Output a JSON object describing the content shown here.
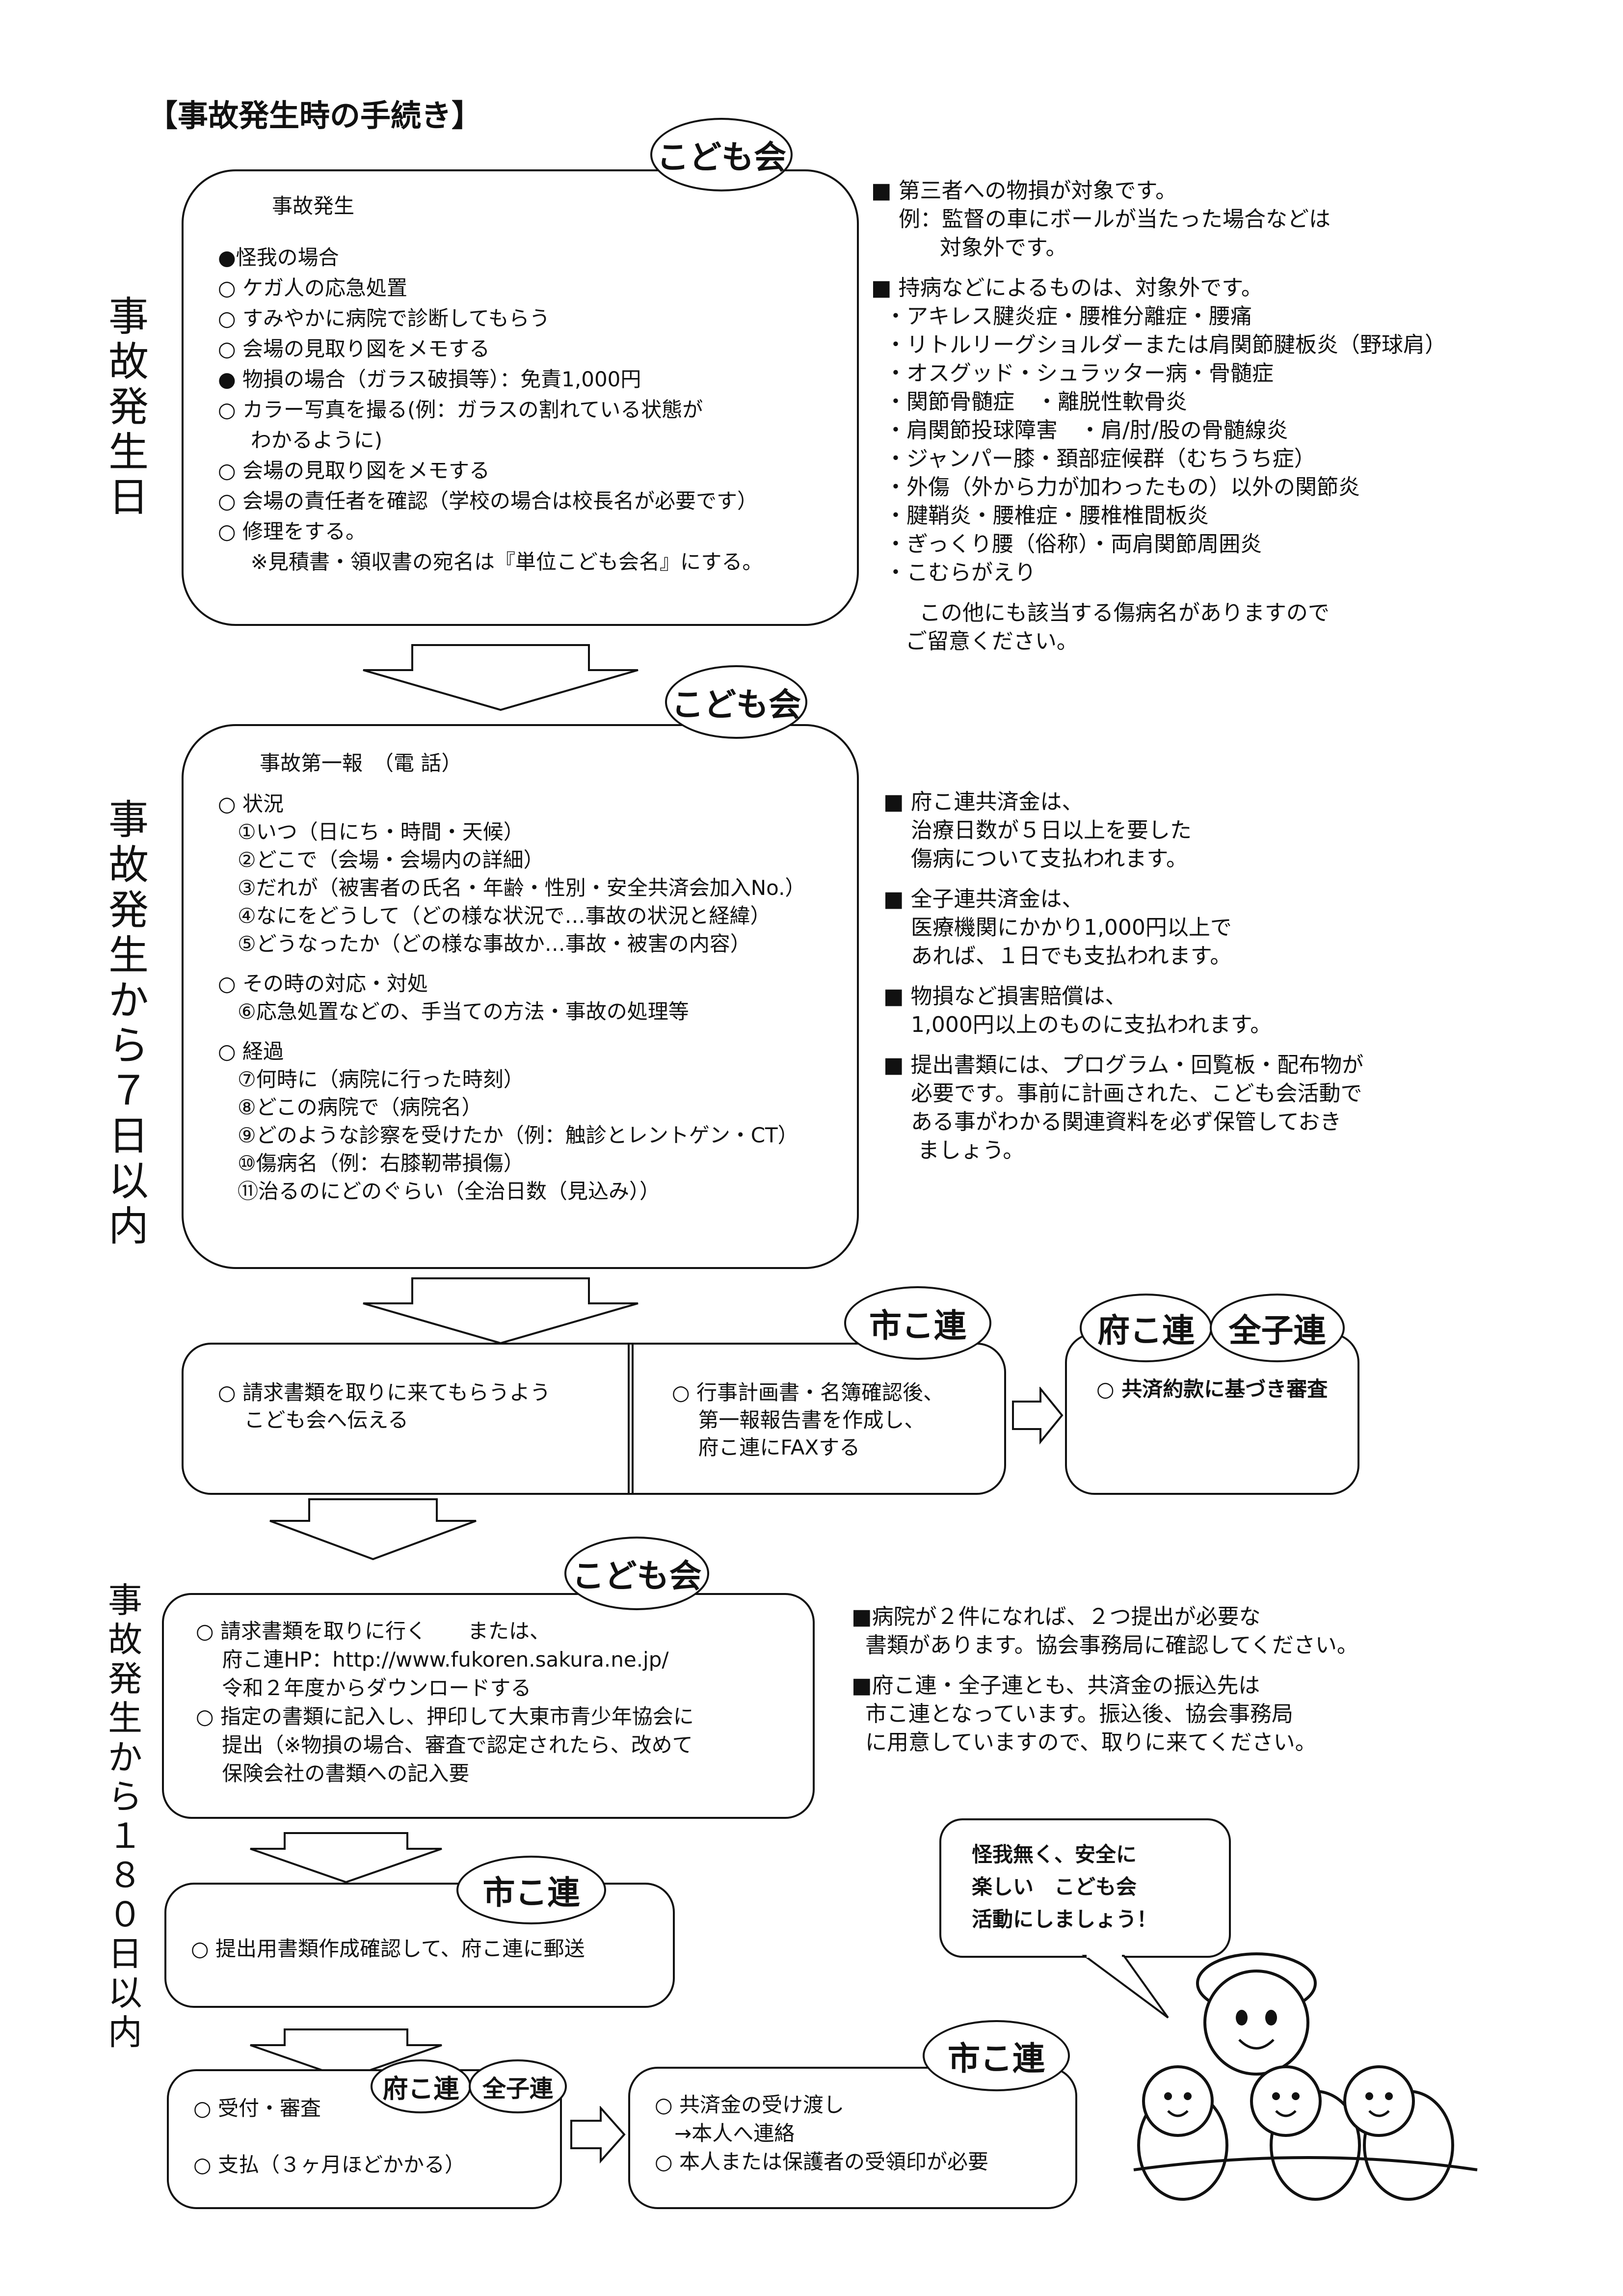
{
  "title": "【事故発生時の手続き】",
  "side_labels": {
    "day": "事故発生日",
    "within7": "事故発生から７日以内",
    "within180": "事故発生から１８０日以内"
  },
  "badges": {
    "kodomo": "こども会",
    "shikoren": "市こ連",
    "fukoren": "府こ連",
    "zenkoren": "全子連"
  },
  "box1": {
    "heading": "事故発生",
    "lines": [
      "●怪我の場合",
      "○ ケガ人の応急処置",
      "○ すみやかに病院で診断してもらう",
      "○ 会場の見取り図をメモする",
      "● 物損の場合（ガラス破損等）：免責1,000円",
      "○ カラー写真を撮る(例：ガラスの割れている状態が",
      "     わかるように)",
      "○ 会場の見取り図をメモする",
      "○ 会場の責任者を確認（学校の場合は校長名が必要です）",
      "○ 修理をする。",
      "     ※見積書・領収書の宛名は『単位こども会名』にする。"
    ]
  },
  "notes1": [
    "■ 第三者への物損が対象です。",
    "    例：監督の車にボールが当たった場合などは",
    "          対象外です。",
    "",
    "■ 持病などによるものは、対象外です。",
    "  ・アキレス腱炎症・腰椎分離症・腰痛",
    "  ・リトルリーグショルダーまたは肩関節腱板炎（野球肩）",
    "  ・オスグッド・シュラッター病・骨髄症",
    "  ・関節骨髄症　・離脱性軟骨炎",
    "  ・肩関節投球障害　・肩/肘/股の骨髄線炎",
    "  ・ジャンパー膝・頚部症候群（むちうち症）",
    "  ・外傷（外から力が加わったもの）以外の関節炎",
    "  ・腱鞘炎・腰椎症・腰椎椎間板炎",
    "  ・ぎっくり腰（俗称）・両肩関節周囲炎",
    "  ・こむらがえり",
    "",
    "       この他にも該当する傷病名がありますので",
    "     ご留意ください。"
  ],
  "box2": {
    "heading": "事故第一報　（電 話）",
    "lines": [
      "○ 状況",
      "   ①いつ（日にち・時間・天候）",
      "   ②どこで（会場・会場内の詳細）",
      "   ③だれが（被害者の氏名・年齢・性別・安全共済会加入No.）",
      "   ④なにをどうして（どの様な状況で…事故の状況と経緯）",
      "   ⑤どうなったか（どの様な事故か…事故・被害の内容）",
      "",
      "○ その時の対応・対処",
      "   ⑥応急処置などの、手当ての方法・事故の処理等",
      "",
      "○ 経過",
      "   ⑦何時に（病院に行った時刻）",
      "   ⑧どこの病院で（病院名）",
      "   ⑨どのような診察を受けたか（例：触診とレントゲン・CT）",
      "   ⑩傷病名（例：右膝靭帯損傷）",
      "   ⑪治るのにどのぐらい（全治日数（見込み））"
    ]
  },
  "notes2": [
    "■ 府こ連共済金は、",
    "    治療日数が５日以上を要した",
    "    傷病について支払われます。",
    "",
    "■ 全子連共済金は、",
    "    医療機関にかかり1,000円以上で",
    "    あれば、１日でも支払われます。",
    "",
    "■ 物損など損害賠償は、",
    "    1,000円以上のものに支払われます。",
    "",
    "■ 提出書類には、プログラム・回覧板・配布物が",
    "    必要です。事前に計画された、こども会活動で",
    "    ある事がわかる関連資料を必ず保管しておき",
    "     ましょう。"
  ],
  "box3": {
    "left": [
      "○ 請求書類を取りに来てもらうよう",
      "    こども会へ伝える"
    ],
    "right": [
      "○ 行事計画書・名簿確認後、",
      "    第一報報告書を作成し、",
      "    府こ連にFAXする"
    ],
    "review": "○ 共済約款に基づき審査"
  },
  "box4": {
    "lines": [
      "○ 請求書類を取りに行く　　または、",
      "    府こ連HP：http://www.fukoren.sakura.ne.jp/",
      "    令和２年度からダウンロードする",
      "○ 指定の書類に記入し、押印して大東市青少年協会に",
      "    提出（※物損の場合、審査で認定されたら、改めて",
      "    保険会社の書類への記入要"
    ]
  },
  "notes3": [
    "■病院が２件になれば、２つ提出が必要な",
    "  書類があります。協会事務局に確認してください。",
    "",
    "■府こ連・全子連とも、共済金の振込先は",
    "  市こ連となっています。振込後、協会事務局",
    "  に用意していますので、取りに来てください。"
  ],
  "box5": {
    "line": "○ 提出用書類作成確認して、府こ連に郵送"
  },
  "box6": {
    "lines": [
      "○ 受付・審査",
      "○ 支払（３ヶ月ほどかかる）"
    ]
  },
  "box7": {
    "lines": [
      "○ 共済金の受け渡し",
      "   →本人へ連絡",
      "○ 本人または保護者の受領印が必要"
    ]
  },
  "speech": [
    "怪我無く、安全に",
    "楽しい　こども会",
    "活動にしましょう！"
  ]
}
